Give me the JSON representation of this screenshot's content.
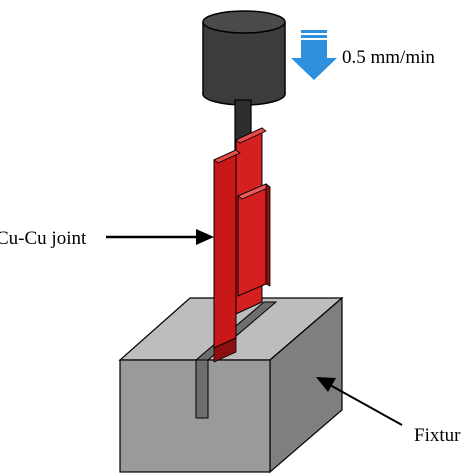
{
  "labels": {
    "speed": "0.5 mm/min",
    "joint": "Cu-Cu joint",
    "fixture": "Fixtur"
  },
  "colors": {
    "joint_red": "#d42020",
    "joint_dark": "#8c1010",
    "fixture_front": "#9a9a9a",
    "fixture_top": "#bdbdbd",
    "fixture_side": "#7f7f7f",
    "crosshead": "#3c3c3c",
    "arrow_blue": "#2e8fdc"
  },
  "icons": {
    "load_direction": "down-arrow-icon"
  }
}
